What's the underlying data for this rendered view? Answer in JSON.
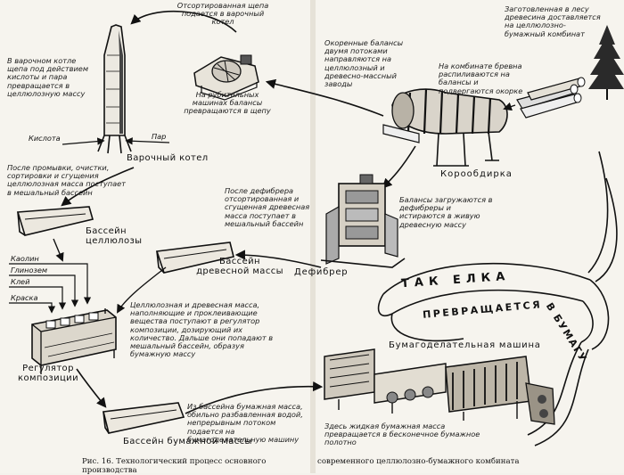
{
  "notes": {
    "chips_to_boiler": "Отсортированная щепа подается в варочный котел",
    "boiler_process": "В варочном котле щепа под действием кислоты и пара превращается в целлюлозную массу",
    "chipping": "На рубительных машинах балансы превращаются в щепу",
    "debarked_flows": "Окоренные балансы двумя потоками направляются на целлюлозный и древесно-массный заводы",
    "cut_at_plant": "На комбинате бревна распиливаются на балансы и подвергаются окорке",
    "logs_delivered": "Заготовленная в лесу древесина доставляется на целлюлозно-бумажный комбинат",
    "after_washing": "После промывки, очистки, сортировки и сгущения целлюлозная масса поступает в мешальный бассейн",
    "after_defibrer": "После дефибрера отсортированная и сгущенная древесная масса поступает в мешальный бассейн",
    "balances_loaded": "Балансы загружаются в дефибреры и истираются в живую древесную массу",
    "regulator_feed": "Целлюлозная и древесная масса, наполняющие и проклеивающие вещества поступают в регулятор композиции, дозирующий их количество. Дальше они попадают в мешальный бассейн, образуя бумажную массу",
    "paper_pool": "Из бассейна бумажная масса, обильно разбавленная водой, непрерывным потоком подается на бумагоделательную машину",
    "machine_result": "Здесь жидкая бумажная масса превращается в бесконечное бумажное полотно"
  },
  "labels": {
    "boiler": "Варочный котел",
    "debarker": "Корообдирка",
    "defibrer": "Дефибрер",
    "cellulose_pool": "Бассейн целлюлозы",
    "wood_pool": "Бассейн древесной массы",
    "regulator": "Регулятор композиции",
    "paper_pool": "Бассейн бумажной массы",
    "paper_machine": "Бумагоделательная машина"
  },
  "inputs": {
    "acid": "Кислота",
    "steam": "Пар",
    "kaolin": "Каолин",
    "glinozem": "Глинозем",
    "glue": "Клей",
    "dye": "Краска"
  },
  "ribbon": {
    "part1": "ТАК ЕЛКА",
    "part2": "ПРЕВРАЩАЕТСЯ",
    "part3": "В БУМАГУ"
  },
  "caption": {
    "left": "Рис. 16. Технологический процесс основного производства",
    "right": "современного целлюлозно-бумажного комбината"
  },
  "palette": {
    "ink": "#1a1a1a",
    "paper": "#f6f4ee"
  }
}
